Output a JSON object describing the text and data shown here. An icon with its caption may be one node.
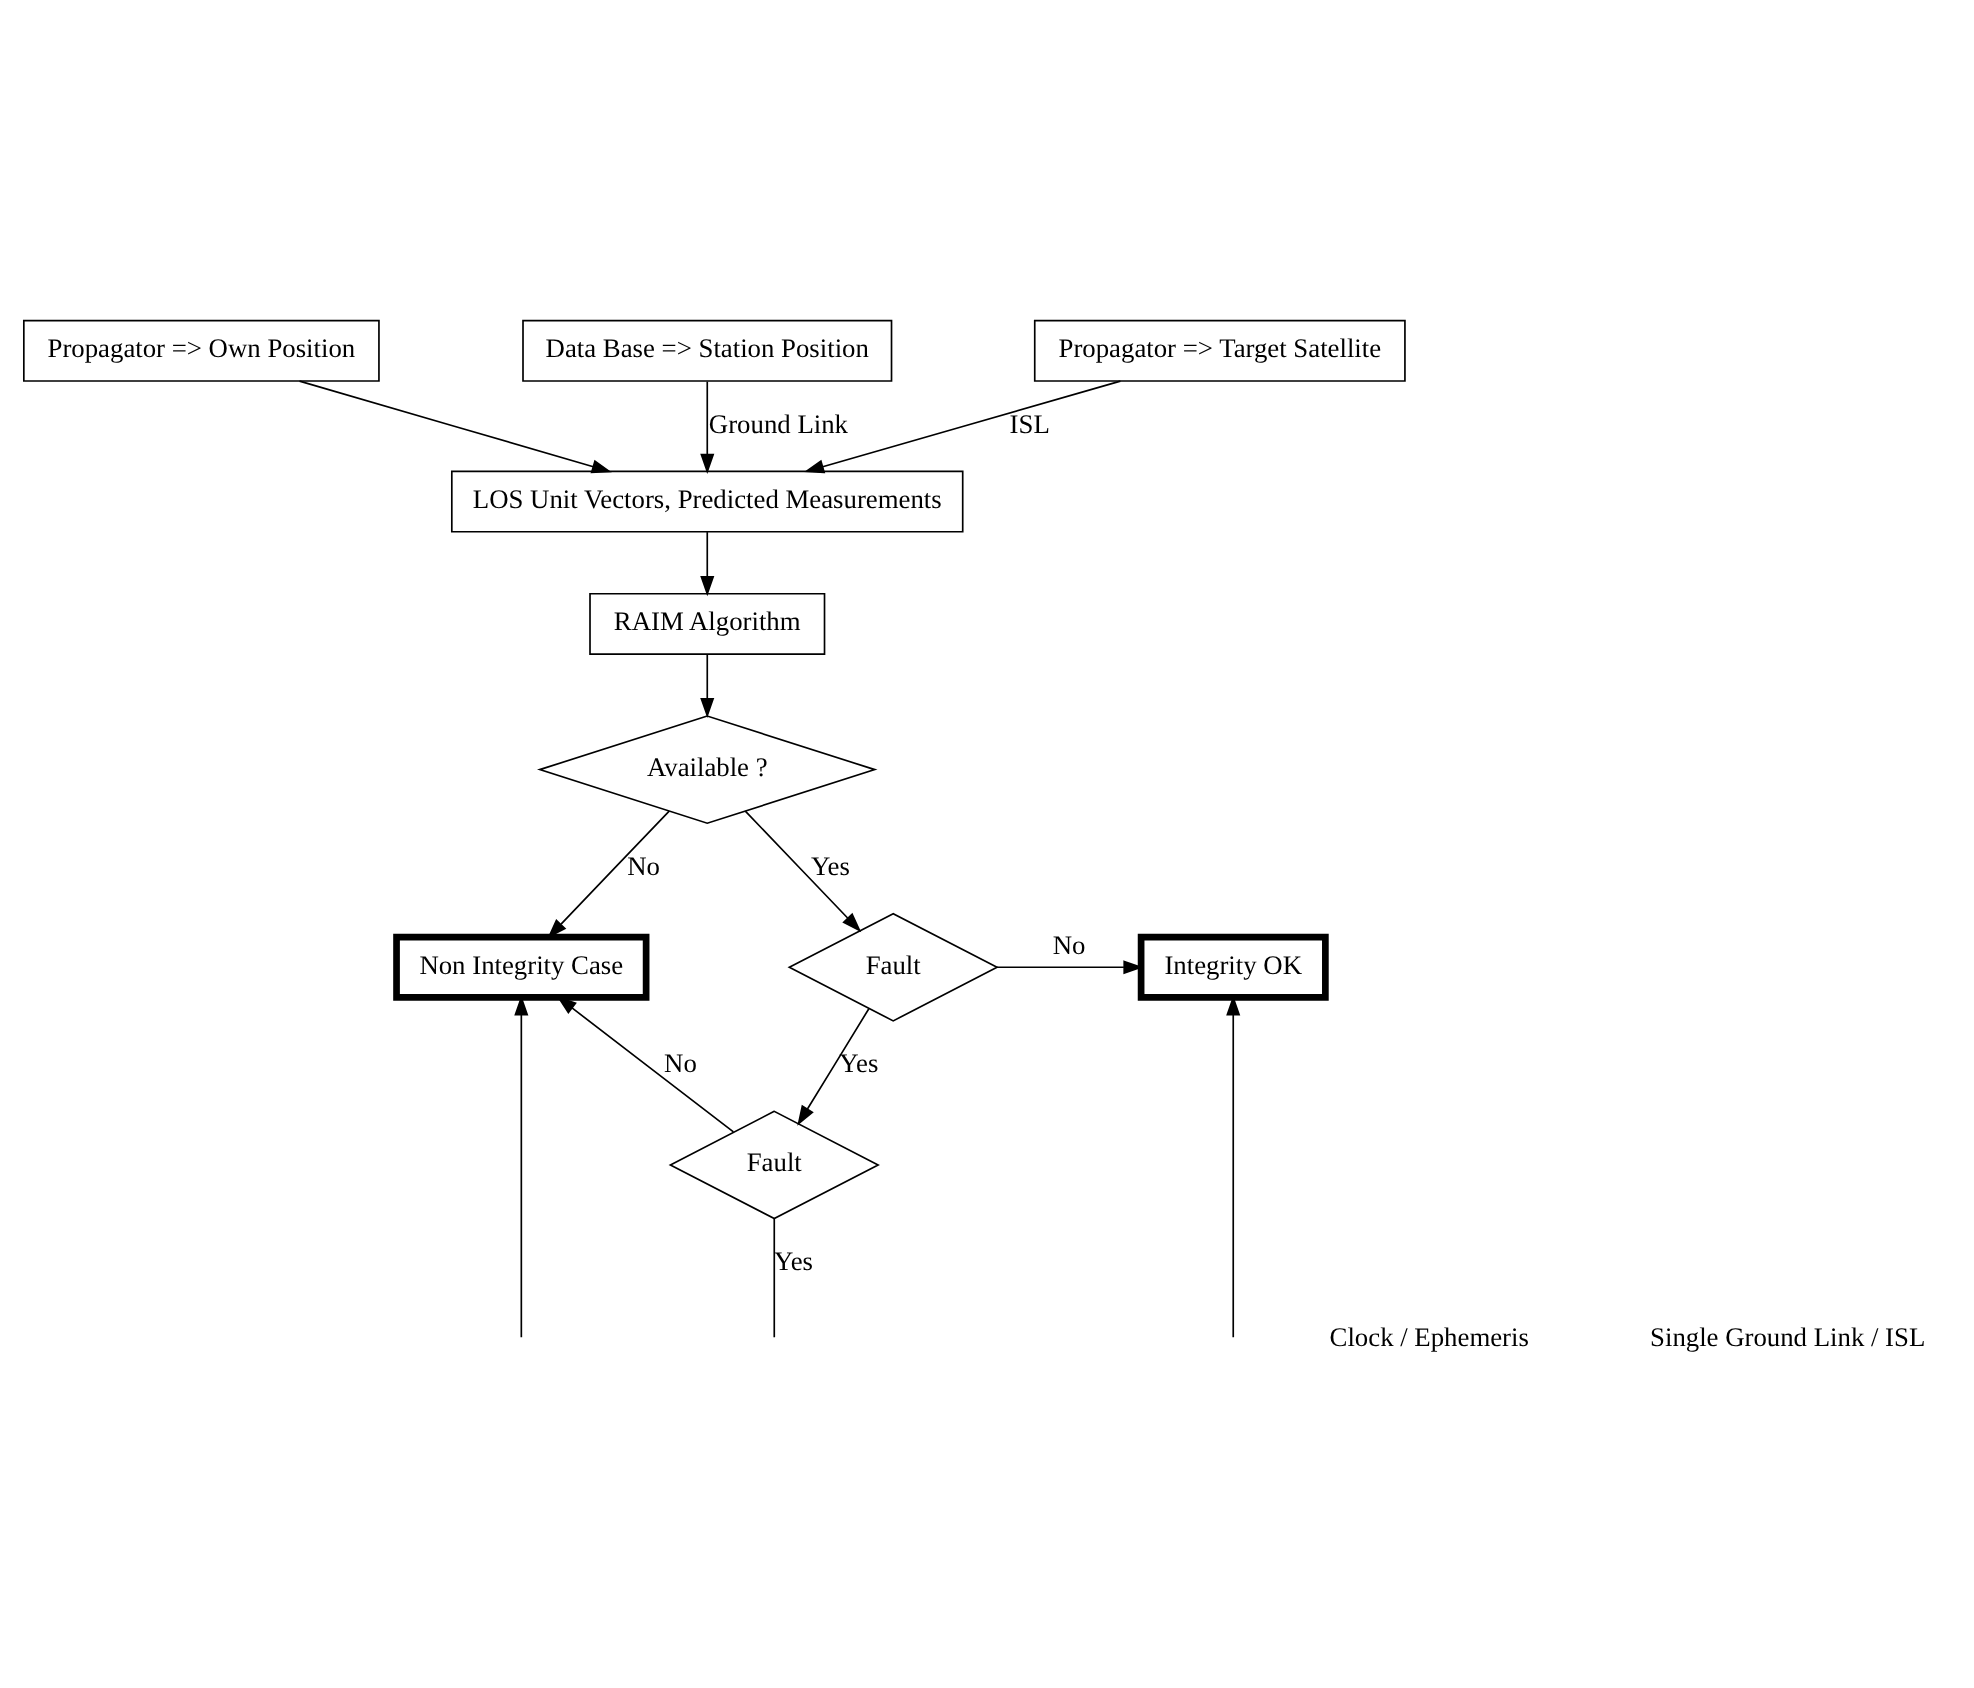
{
  "diagram": {
    "nodes": [
      {
        "text": [
          "Data Base => Station Position"
        ]
      },
      {
        "text": [
          "Propagator => Own Position"
        ]
      },
      {
        "text": [
          "LOS Unit Vectors, Predicted Measurements"
        ]
      },
      {
        "text": [
          "Propagator => Target Satellite"
        ]
      },
      {
        "text": [
          "RAIM Algorithm"
        ]
      },
      {
        "text": [
          "Available ?"
        ]
      },
      {
        "text": [
          "Non Integrity Case"
        ]
      },
      {
        "text": [
          "Fault"
        ]
      },
      {
        "text": [
          "Integrity OK"
        ]
      },
      {
        "text": [
          "Fault"
        ]
      }
    ],
    "edges": [
      {
        "from": 0,
        "to": 2,
        "arrow": "to",
        "label": "Ground Link"
      },
      {
        "from": 1,
        "to": 2,
        "arrow": "to"
      },
      {
        "from": 3,
        "to": 2,
        "arrow": "to",
        "label": "ISL"
      },
      {
        "from": 2,
        "to": 4,
        "arrow": "to"
      },
      {
        "from": 4,
        "to": 5,
        "arrow": "to"
      },
      {
        "from": 5,
        "to": 6,
        "arrow": "to",
        "label": "No"
      },
      {
        "from": 5,
        "to": 7,
        "arrow": "to",
        "label": "Yes"
      },
      {
        "from": 7,
        "to": 8,
        "arrow": "to",
        "label": "No"
      },
      {
        "from": 7,
        "to": 9,
        "arrow": "to",
        "label": "Yes"
      },
      {
        "from": 9,
        "to": 6,
        "arrow": "to",
        "label": "No"
      },
      {
        "from": null,
        "to": 6,
        "arrow": "to"
      },
      {
        "from": 9,
        "to": null,
        "arrow": "none",
        "label": "Yes"
      },
      {
        "from": null,
        "to": 8,
        "arrow": "to"
      }
    ],
    "labels": [
      "Clock / Ephemeris",
      "Single Ground Link / ISL"
    ]
  }
}
